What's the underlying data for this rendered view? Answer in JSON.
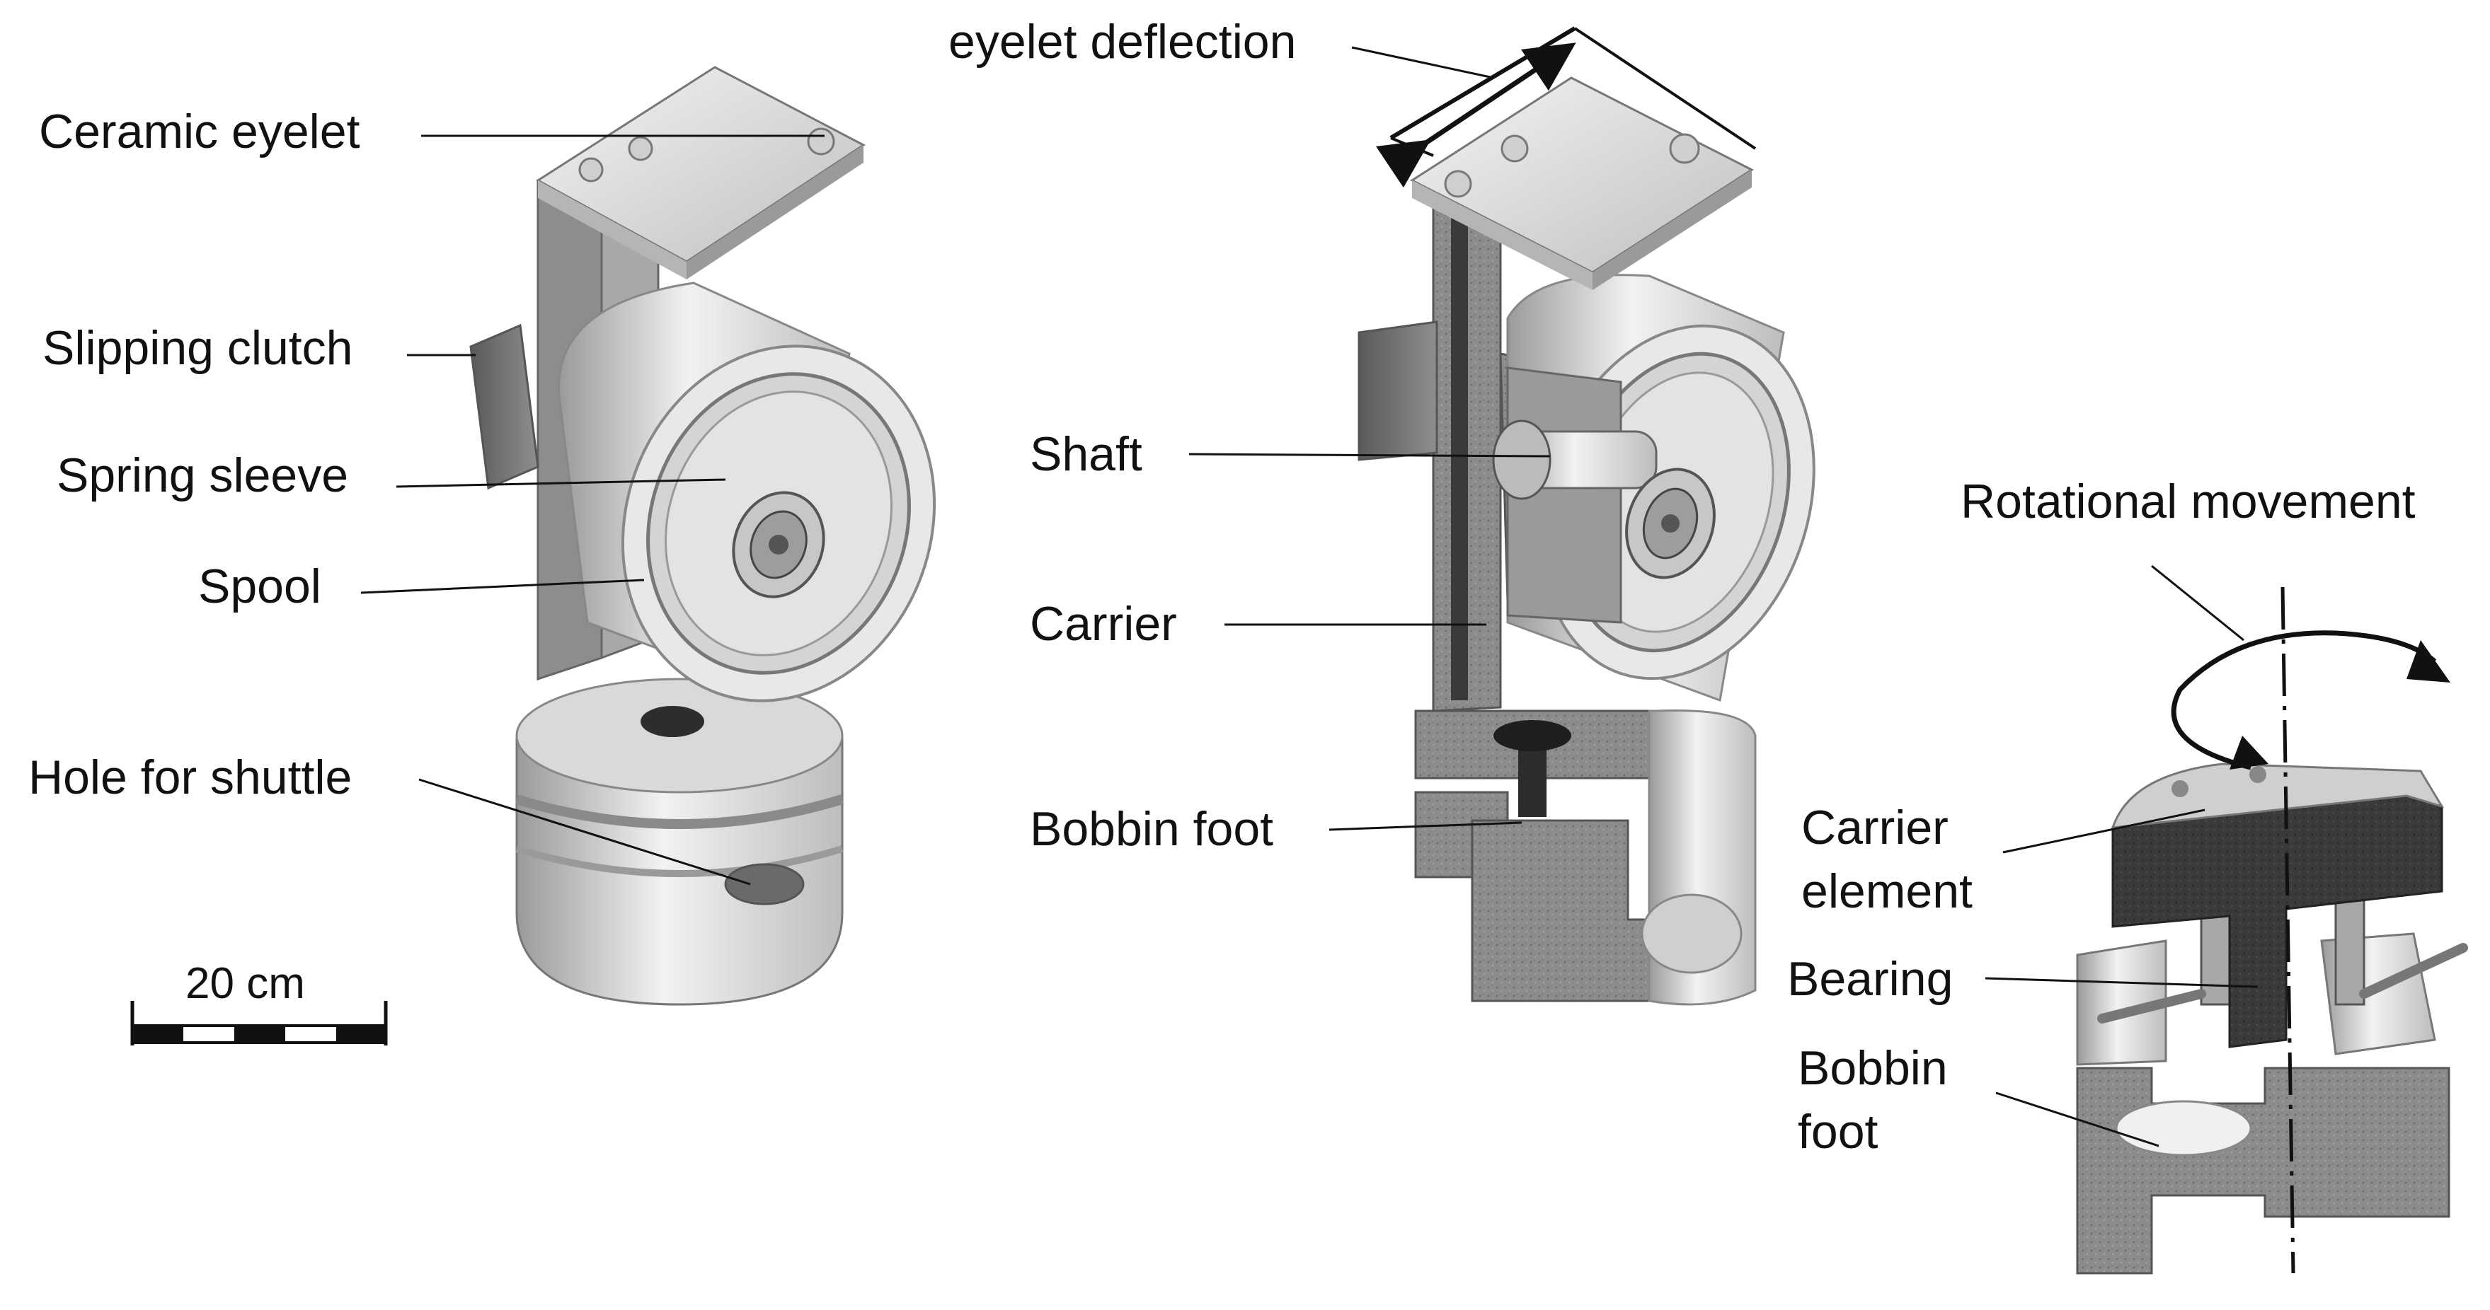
{
  "figure": {
    "left_view": {
      "labels": {
        "ceramic_eyelet": "Ceramic eyelet",
        "slipping_clutch": "Slipping clutch",
        "spring_sleeve": "Spring sleeve",
        "spool": "Spool",
        "hole_for_shuttle": "Hole for shuttle"
      },
      "scale_bar": {
        "text": "20 cm"
      }
    },
    "middle_view": {
      "labels": {
        "eyelet_deflection": "eyelet deflection",
        "shaft": "Shaft",
        "carrier": "Carrier",
        "bobbin_foot": "Bobbin foot"
      }
    },
    "right_view": {
      "labels": {
        "rotational_movement": "Rotational movement",
        "carrier_element": [
          "Carrier",
          "element"
        ],
        "bearing": "Bearing",
        "bobbin_foot": [
          "Bobbin",
          "foot"
        ]
      }
    }
  },
  "colors": {
    "line": "#111111",
    "metal_light": "#e6e6e6",
    "metal_mid": "#b9b9b9",
    "metal_dark": "#7a7a7a",
    "cut_face": "#8a8a8a",
    "carrier_dark": "#3b3b3b"
  }
}
